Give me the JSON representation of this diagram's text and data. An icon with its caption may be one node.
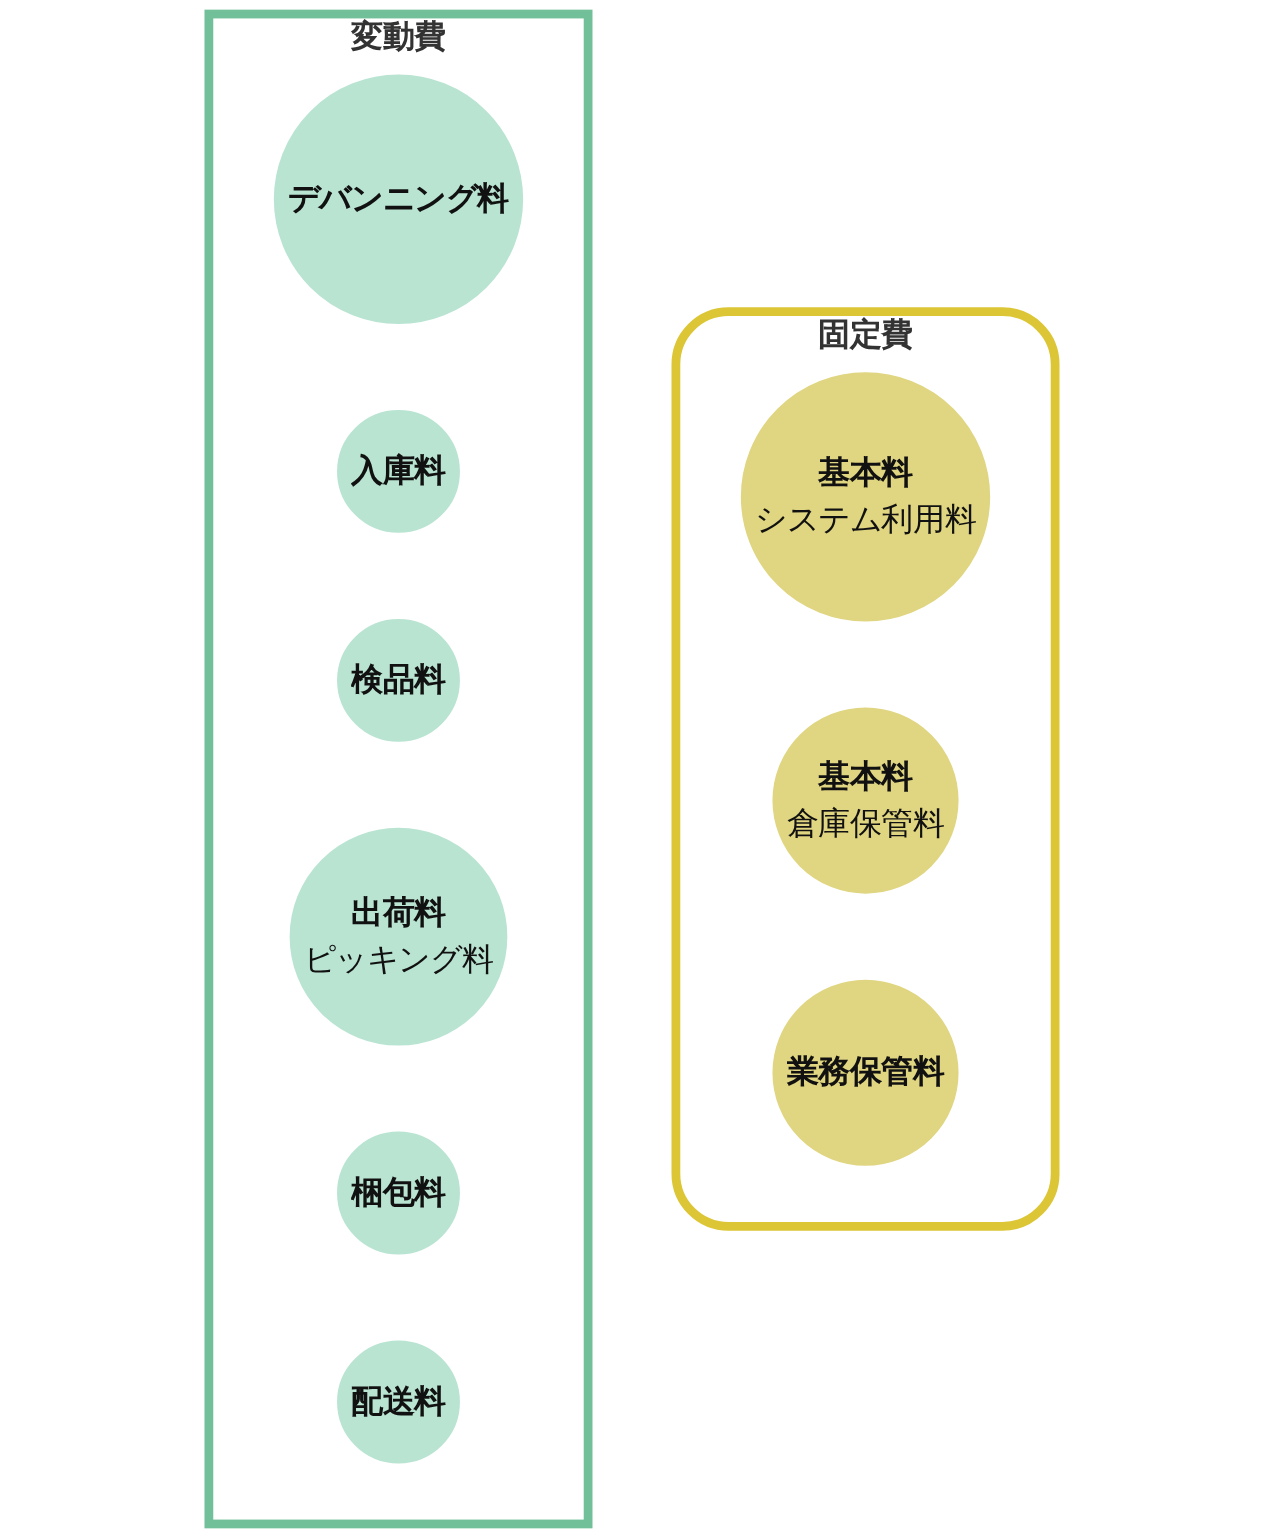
{
  "diagram": {
    "nodes": [
      {
        "text": [
          "固定費"
        ]
      },
      {
        "text": [
          "基本料",
          "システム利用料"
        ],
        "in": 0
      },
      {
        "text": [
          "基本料",
          "倉庫保管料"
        ],
        "in": 0
      },
      {
        "text": [
          "業務保管料"
        ],
        "in": 0
      },
      {
        "text": [
          "変動費"
        ]
      },
      {
        "text": [
          "デバンニング料"
        ],
        "in": 4
      },
      {
        "text": [
          "入庫料"
        ],
        "in": 4
      },
      {
        "text": [
          "検品料"
        ],
        "in": 4
      },
      {
        "text": [
          "出荷料",
          "ピッキング料"
        ],
        "in": 4
      },
      {
        "text": [
          "梱包料"
        ],
        "in": 4
      },
      {
        "text": [
          "配送料"
        ],
        "in": 4
      }
    ]
  }
}
